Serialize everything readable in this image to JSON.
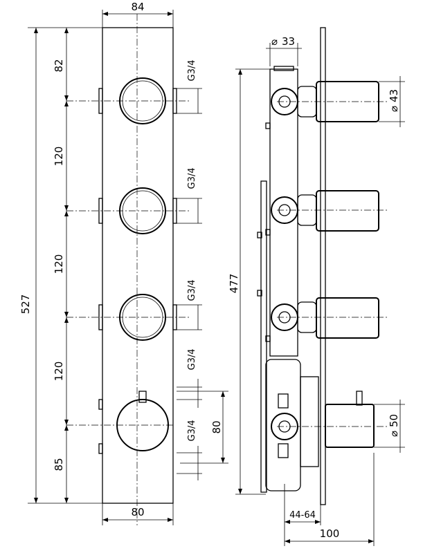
{
  "front_view": {
    "width_top": "84",
    "width_bottom": "80",
    "total_height": "527",
    "spacing_top": "82",
    "spacing_1": "120",
    "spacing_2": "120",
    "spacing_3": "120",
    "spacing_bottom": "85",
    "port_1": "G3/4",
    "port_2": "G3/4",
    "port_3": "G3/4",
    "port_4": "G3/4",
    "port_5": "G3/4",
    "mixer_offset": "80"
  },
  "side_view": {
    "pipe_diameter": "33",
    "knob_diameter": "43",
    "mixer_diameter": "50",
    "body_height": "477",
    "wall_depth": "44-64",
    "total_depth": "100",
    "diameter_symbol": "⌀"
  }
}
